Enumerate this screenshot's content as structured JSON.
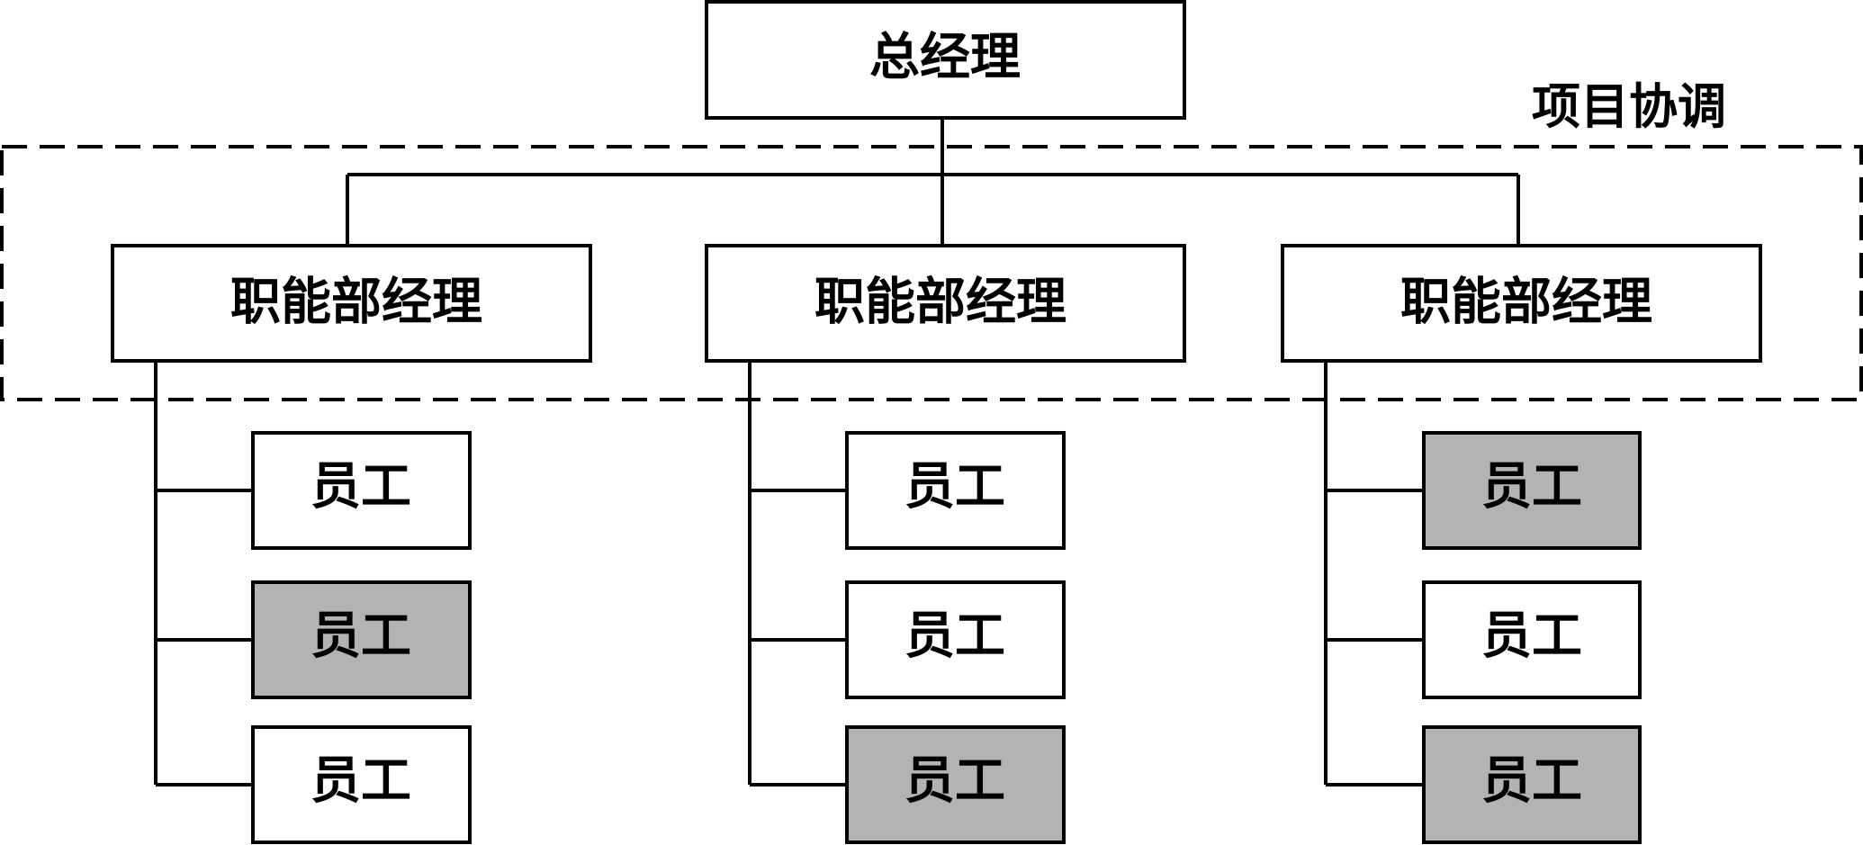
{
  "general_manager": {
    "label": "总经理"
  },
  "coordination": {
    "label": "项目协调"
  },
  "departments": [
    {
      "manager_label": "职能部经理",
      "employees": [
        {
          "label": "员工",
          "highlighted": false
        },
        {
          "label": "员工",
          "highlighted": true
        },
        {
          "label": "员工",
          "highlighted": false
        }
      ]
    },
    {
      "manager_label": "职能部经理",
      "employees": [
        {
          "label": "员工",
          "highlighted": false
        },
        {
          "label": "员工",
          "highlighted": false
        },
        {
          "label": "员工",
          "highlighted": true
        }
      ]
    },
    {
      "manager_label": "职能部经理",
      "employees": [
        {
          "label": "员工",
          "highlighted": true
        },
        {
          "label": "员工",
          "highlighted": false
        },
        {
          "label": "员工",
          "highlighted": true
        }
      ]
    }
  ],
  "colors": {
    "highlight_fill": "#b3b3b3",
    "normal_fill": "#ffffff",
    "stroke": "#000000"
  }
}
